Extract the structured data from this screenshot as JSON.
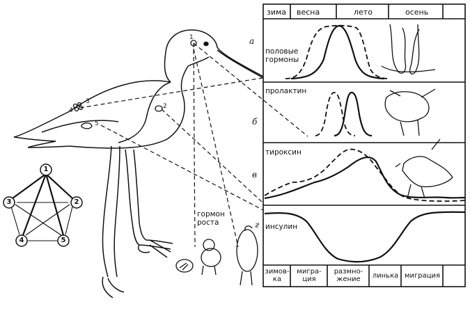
{
  "seasons": [
    "зима",
    "весна",
    "лето",
    "осень"
  ],
  "panels": [
    {
      "letter": "а",
      "label": "половые\nгормоны"
    },
    {
      "letter": "б",
      "label": "пролактин"
    },
    {
      "letter": "в",
      "label": "тироксин"
    },
    {
      "letter": "г",
      "label": "инсулин"
    }
  ],
  "activities": [
    "зимов-\nка",
    "мигра-\nция",
    "размно-\nжение",
    "линька",
    "миграция"
  ],
  "growth_hormone_label": "гормон\nроста",
  "gland_numbers": [
    "1",
    "2",
    "3",
    "4",
    "5"
  ],
  "graph_nodes": [
    "1",
    "2",
    "3",
    "4",
    "5"
  ]
}
